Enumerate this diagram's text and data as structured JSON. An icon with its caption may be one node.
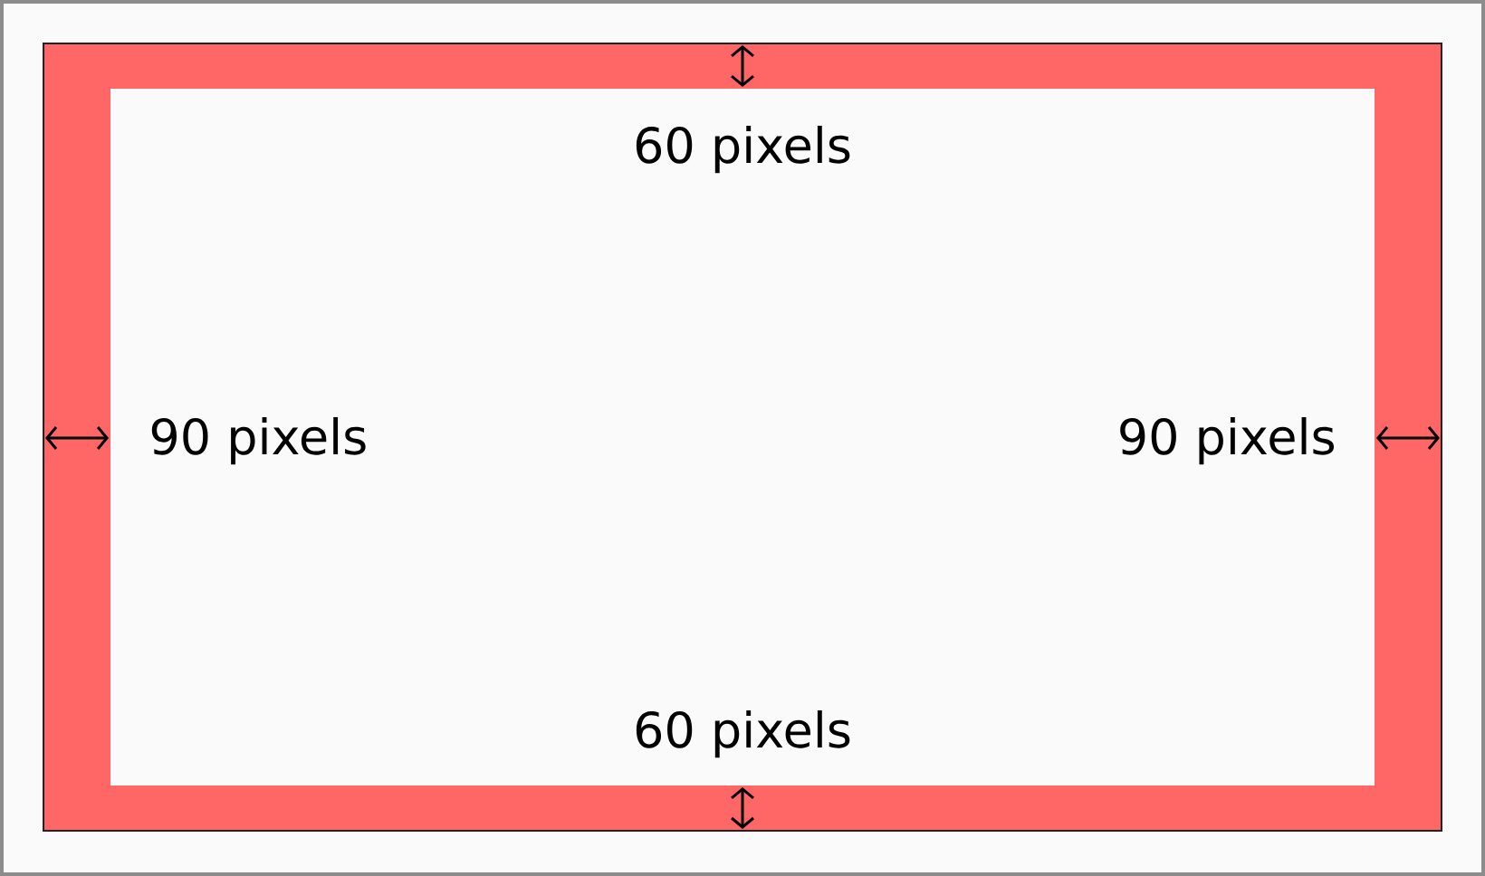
{
  "diagram": {
    "labels": [
      "60 pixels",
      "90 pixels",
      "90 pixels",
      "60 pixels"
    ]
  }
}
